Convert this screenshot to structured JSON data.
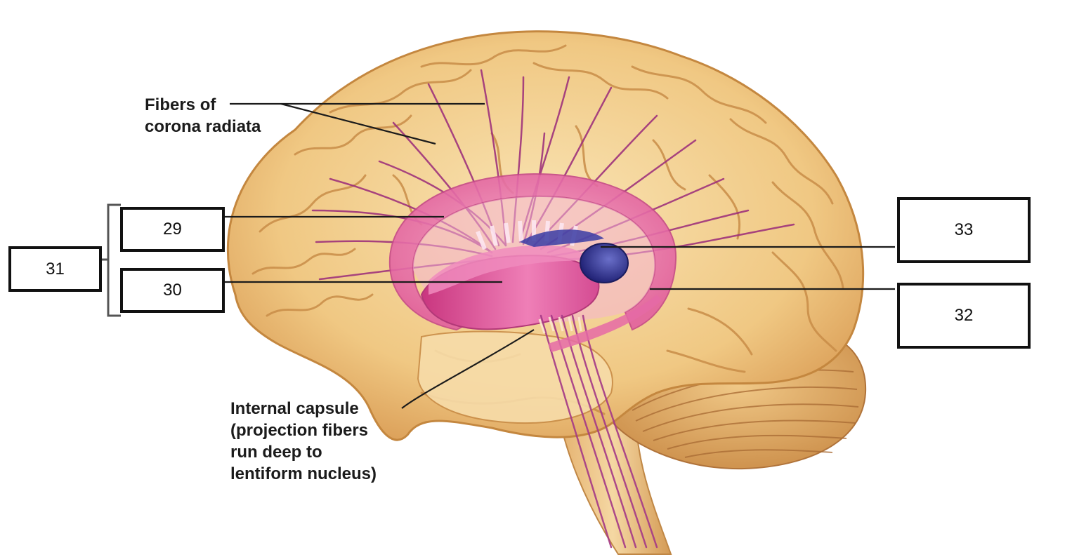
{
  "labels": {
    "corona": [
      "Fibers of",
      "corona radiata"
    ],
    "internal_capsule": [
      "Internal capsule",
      "(projection fibers",
      "run deep to",
      "lentiform nucleus)"
    ]
  },
  "boxes": {
    "b29": "29",
    "b30": "30",
    "b31": "31",
    "b32": "32",
    "b33": "33"
  },
  "colors": {
    "brain_light": "#f6d9a0",
    "brain_mid": "#e9b466",
    "brain_dark": "#b9793a",
    "striatum_pink": "#e45aa0",
    "ring_pink": "#ee82b8",
    "thalamus_blue": "#2e2f8f",
    "fiber_purple": "#9a2a7a",
    "leader_line": "#1b1b1b"
  }
}
